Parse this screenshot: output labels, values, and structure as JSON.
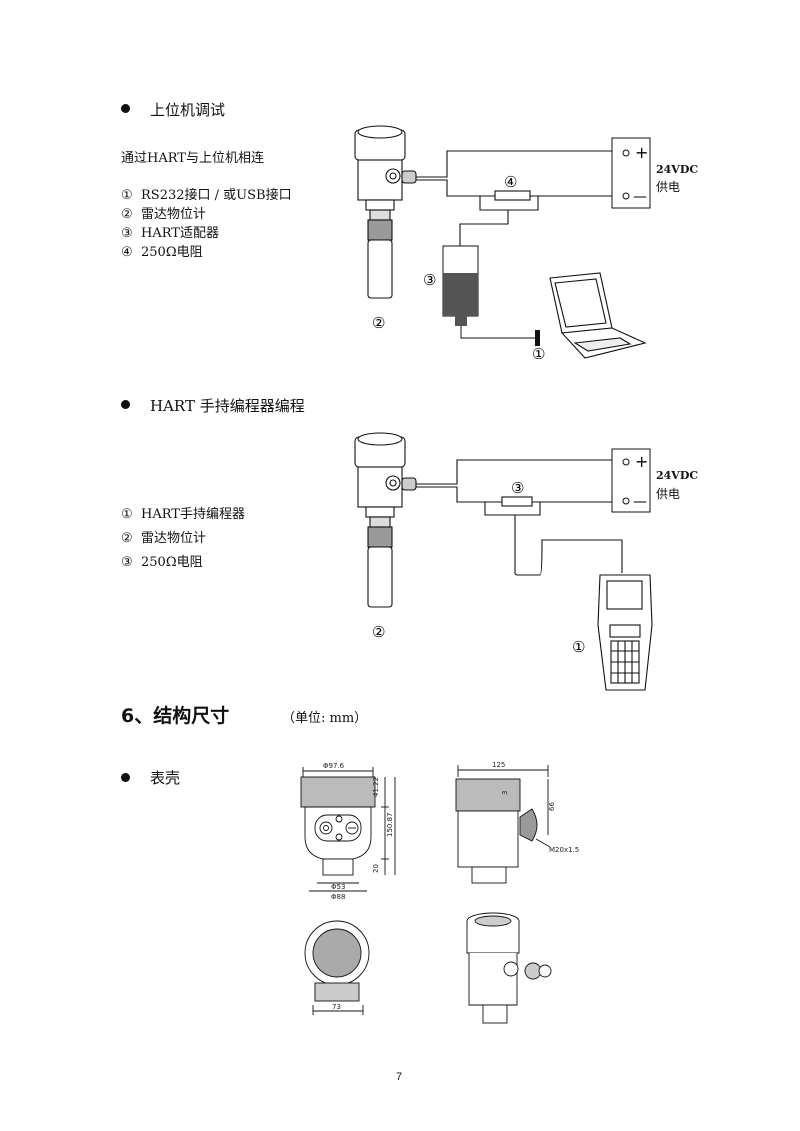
{
  "section1": {
    "title": "上位机调试",
    "intro": "通过HART与上位机相连",
    "items": [
      {
        "num": "①",
        "text": "RS232接口 / 或USB接口"
      },
      {
        "num": "②",
        "text": "雷达物位计"
      },
      {
        "num": "③",
        "text": "HART适配器"
      },
      {
        "num": "④",
        "text": "250Ω电阻"
      }
    ],
    "diagram": {
      "power_voltage": "24VDC",
      "power_label": "供电",
      "plus": "+",
      "minus": "—",
      "callout_resistor": "④",
      "callout_adapter": "③",
      "callout_gauge": "②",
      "callout_port": "①"
    }
  },
  "section2": {
    "title": "HART 手持编程器编程",
    "items": [
      {
        "num": "①",
        "text": "HART手持编程器"
      },
      {
        "num": "②",
        "text": "雷达物位计"
      },
      {
        "num": "③",
        "text": "250Ω电阻"
      }
    ],
    "diagram": {
      "power_voltage": "24VDC",
      "power_label": "供电",
      "plus": "+",
      "minus": "—",
      "callout_resistor": "③",
      "callout_gauge": "②",
      "callout_programmer": "①"
    }
  },
  "section3": {
    "heading": "6、结构尺寸",
    "unit": "（单位:  mm）",
    "subtitle": "表壳",
    "dims": {
      "front_top": "Φ97.6",
      "front_h1": "41.22",
      "front_h2": "150.87",
      "front_h3": "20",
      "front_b1": "Φ53",
      "front_b2": "Φ88",
      "side_top": "125",
      "side_small": "3",
      "side_h": "66",
      "side_thread": "M20x1.5",
      "top_width": "73"
    }
  },
  "page_number": "7"
}
